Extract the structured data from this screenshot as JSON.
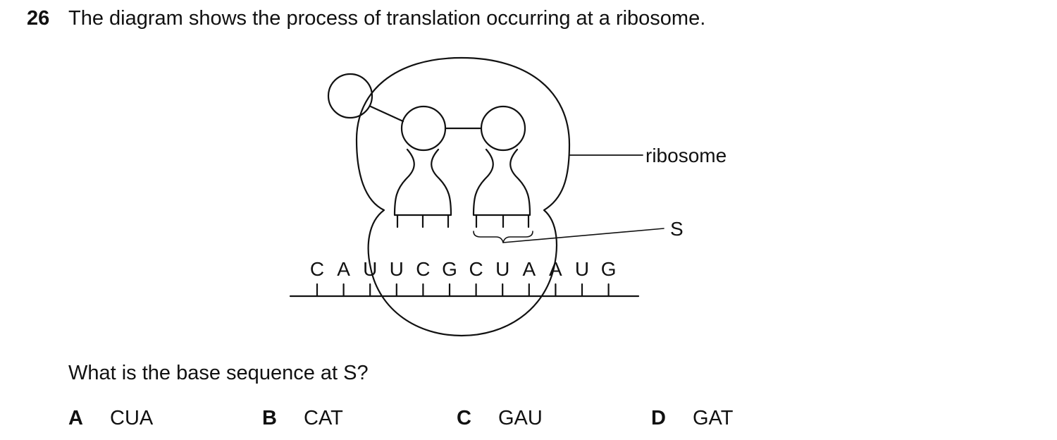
{
  "question": {
    "number": "26",
    "stem": "The diagram shows the process of translation occurring at a ribosome.",
    "prompt": "What is the base sequence at S?"
  },
  "diagram": {
    "label_ribosome": "ribosome",
    "label_s": "S",
    "mrna_bases": [
      "C",
      "A",
      "U",
      "U",
      "C",
      "G",
      "C",
      "U",
      "A",
      "A",
      "U",
      "G"
    ]
  },
  "options": [
    {
      "letter": "A",
      "text": "CUA"
    },
    {
      "letter": "B",
      "text": "CAT"
    },
    {
      "letter": "C",
      "text": "GAU"
    },
    {
      "letter": "D",
      "text": "GAT"
    }
  ]
}
